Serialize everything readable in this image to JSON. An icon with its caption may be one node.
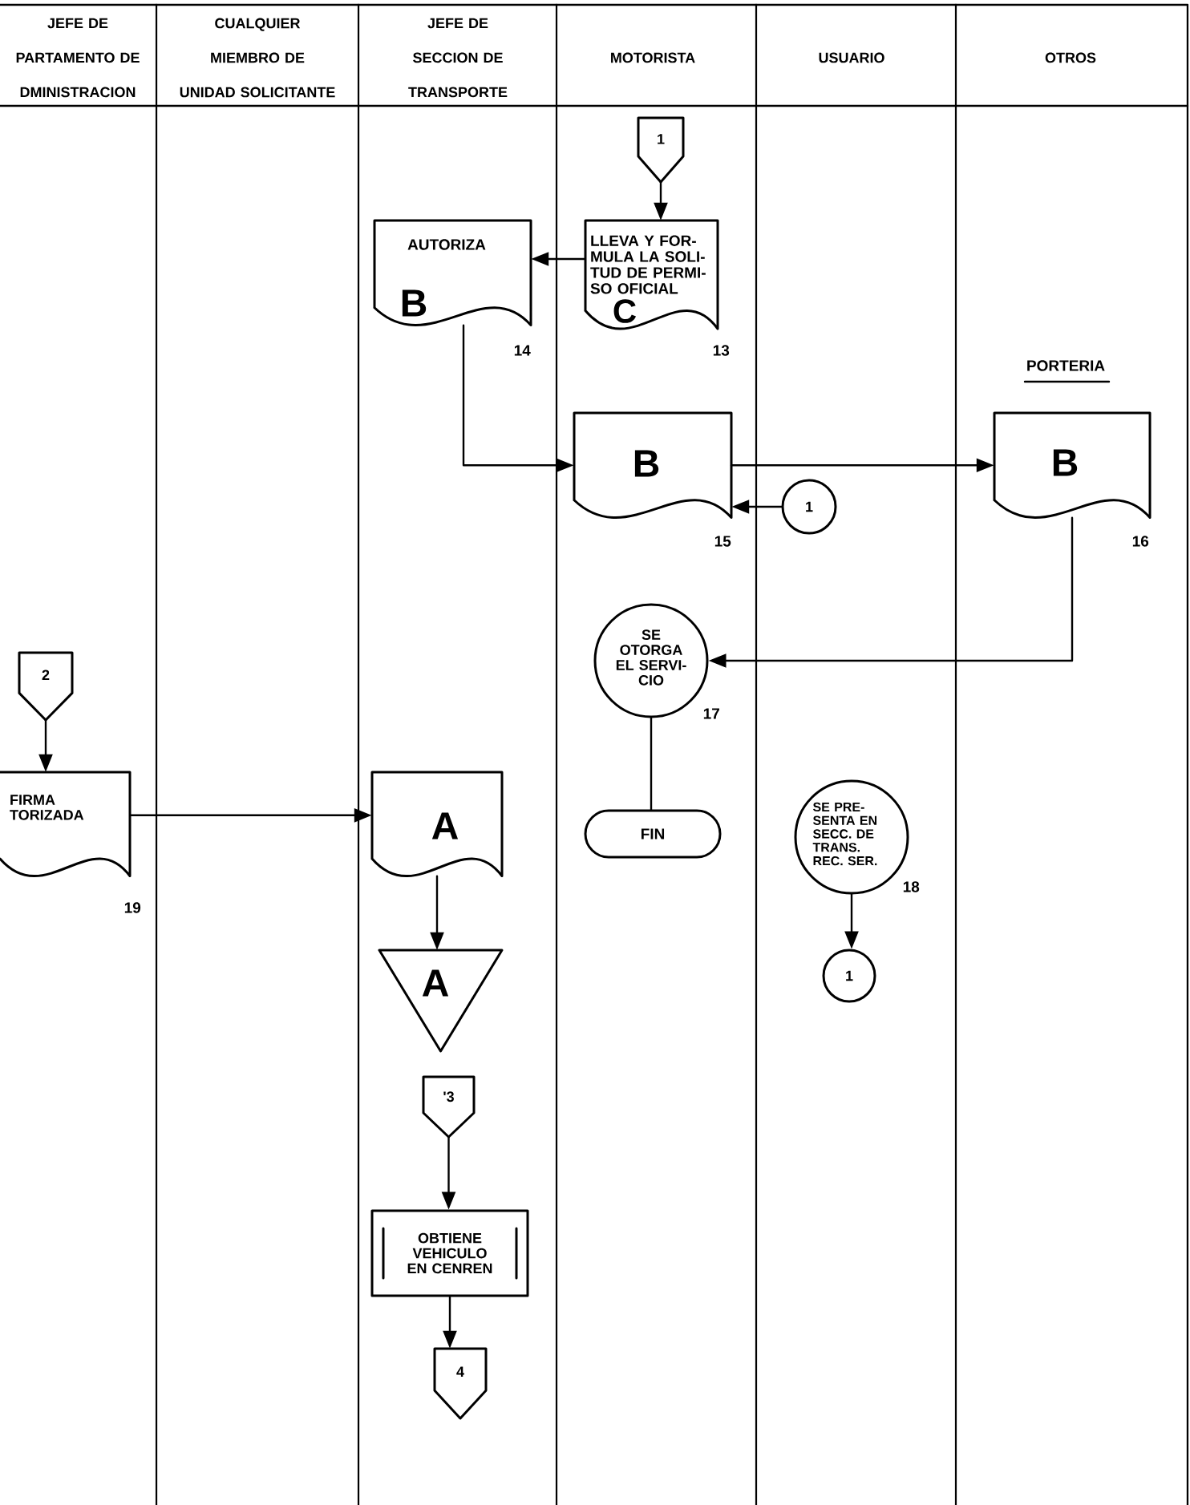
{
  "diagram": {
    "nodes": [
      {
        "text": [
          "1"
        ]
      },
      {
        "text": [
          "LLEVA Y FOR- MULA LA SOLI- TUD DE PERMI- SO OFICIAL",
          "C"
        ],
        "beside": [
          "13"
        ]
      },
      {
        "text": [
          "AUTORIZA",
          "B"
        ],
        "beside": [
          "14"
        ]
      },
      {
        "text": [
          "B"
        ],
        "beside": [
          "15"
        ]
      },
      {
        "text": [
          "PORTERIA",
          "B"
        ],
        "beside": [
          "16"
        ]
      },
      {
        "text": [
          "1"
        ]
      },
      {
        "text": [
          "SE OTORGA EL SERVI- CIO"
        ],
        "beside": [
          "17"
        ]
      },
      {
        "text": [
          "FIN"
        ]
      },
      {
        "text": [
          "2"
        ]
      },
      {
        "text": [
          "FIRMA TORIZADA"
        ],
        "beside": [
          "19"
        ]
      },
      {
        "text": [
          "A"
        ]
      },
      {
        "text": [
          "A"
        ]
      },
      {
        "text": [
          "'3"
        ]
      },
      {
        "text": [
          "OBTIENE VEHICULO EN CENREN"
        ]
      },
      {
        "text": [
          "4"
        ]
      },
      {
        "text": [
          "SE PRE- SENTA EN SECC. DE TRANS. REC. SER."
        ],
        "beside": [
          "18"
        ]
      },
      {
        "text": [
          "1"
        ]
      }
    ],
    "edges": [
      {
        "from": 0,
        "to": 1,
        "arrow": "to"
      },
      {
        "from": 1,
        "to": 2,
        "arrow": "to"
      },
      {
        "from": 2,
        "to": 3,
        "arrow": "to"
      },
      {
        "from": 3,
        "to": 4,
        "arrow": "to"
      },
      {
        "from": 5,
        "to": 3,
        "arrow": "to"
      },
      {
        "from": 4,
        "to": 6,
        "arrow": "to"
      },
      {
        "from": 6,
        "to": 7,
        "arrow": "none"
      },
      {
        "from": 8,
        "to": 9,
        "arrow": "to"
      },
      {
        "from": 9,
        "to": 10,
        "arrow": "to"
      },
      {
        "from": 10,
        "to": 11,
        "arrow": "to"
      },
      {
        "from": 12,
        "to": 13,
        "arrow": "to"
      },
      {
        "from": 13,
        "to": 14,
        "arrow": "to"
      },
      {
        "from": 15,
        "to": 16,
        "arrow": "to"
      }
    ],
    "labels": [
      "JEFE DE PARTAMENTO DE DMINISTRACION",
      "CUALQUIER MIEMBRO DE UNIDAD SOLICITANTE",
      "JEFE DE SECCION DE TRANSPORTE",
      "MOTORISTA",
      "USUARIO",
      "OTROS"
    ]
  }
}
